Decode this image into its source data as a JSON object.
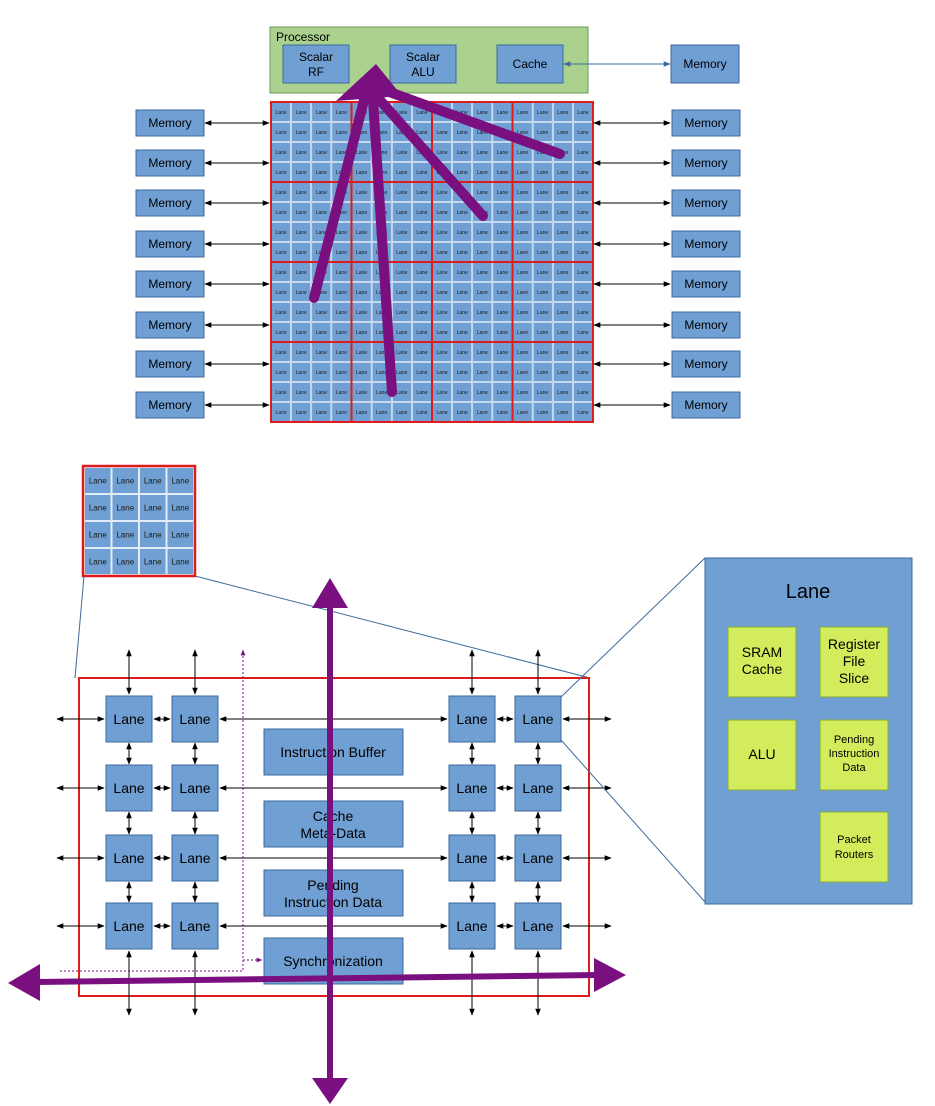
{
  "processor": {
    "title": "Processor",
    "scalar_rf": [
      "Scalar",
      "RF"
    ],
    "scalar_alu": [
      "Scalar",
      "ALU"
    ],
    "cache": "Cache",
    "memory": "Memory"
  },
  "memory_label": "Memory",
  "lane_label": "Lane",
  "tile": {
    "instruction_buffer": "Instruction Buffer",
    "cache_metadata": [
      "Cache",
      "Meta-Data"
    ],
    "pending_instruction_data": [
      "Pending",
      "Instruction Data"
    ],
    "synchronization": "Synchronization"
  },
  "lane_detail": {
    "title": "Lane",
    "sram_cache": [
      "SRAM",
      "Cache"
    ],
    "register_file_slice": [
      "Register",
      "File",
      "Slice"
    ],
    "alu": "ALU",
    "pending_instruction_data": [
      "Pending",
      "Instruction",
      "Data"
    ],
    "packet_routers": [
      "Packet",
      "Routers"
    ]
  },
  "colors": {
    "box_fill": "#6f9fd3",
    "box_stroke": "#3d6a9c",
    "tile_border": "#e01b1b",
    "processor_fill": "#aad18e",
    "component_fill": "#d2ec5b",
    "arrow": "#7a0f80"
  }
}
